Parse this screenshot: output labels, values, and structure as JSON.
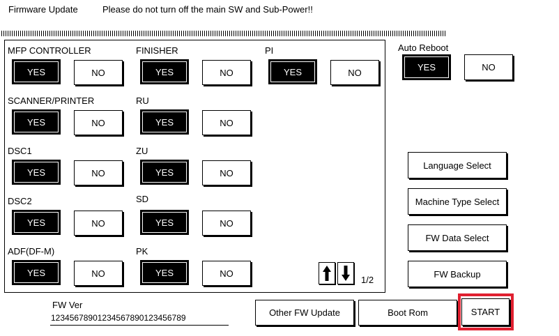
{
  "header": {
    "title": "Firmware Update",
    "warning": "Please do not turn off the main SW and Sub-Power!!"
  },
  "components": [
    {
      "label": "MFP CONTROLLER",
      "yes": "YES",
      "no": "NO",
      "selected": "YES"
    },
    {
      "label": "FINISHER",
      "yes": "YES",
      "no": "NO",
      "selected": "YES"
    },
    {
      "label": "PI",
      "yes": "YES",
      "no": "NO",
      "selected": "YES"
    },
    {
      "label": "SCANNER/PRINTER",
      "yes": "YES",
      "no": "NO",
      "selected": "YES"
    },
    {
      "label": "RU",
      "yes": "YES",
      "no": "NO",
      "selected": "YES"
    },
    {
      "label": "DSC1",
      "yes": "YES",
      "no": "NO",
      "selected": "YES"
    },
    {
      "label": "ZU",
      "yes": "YES",
      "no": "NO",
      "selected": "YES"
    },
    {
      "label": "DSC2",
      "yes": "YES",
      "no": "NO",
      "selected": "YES"
    },
    {
      "label": "SD",
      "yes": "YES",
      "no": "NO",
      "selected": "YES"
    },
    {
      "label": "ADF(DF-M)",
      "yes": "YES",
      "no": "NO",
      "selected": "YES"
    },
    {
      "label": "PK",
      "yes": "YES",
      "no": "NO",
      "selected": "YES"
    }
  ],
  "pager": {
    "text": "1/2",
    "up_icon": "arrow-up-icon",
    "down_icon": "arrow-down-icon"
  },
  "auto_reboot": {
    "label": "Auto Reboot",
    "yes": "YES",
    "no": "NO",
    "selected": "YES"
  },
  "side_buttons": {
    "language": "Language Select",
    "machine_type": "Machine Type Select",
    "fw_data": "FW Data Select",
    "fw_backup": "FW Backup"
  },
  "fw_ver": {
    "label": "FW Ver",
    "value": "12345678901234567890123456789"
  },
  "bottom_buttons": {
    "other_fw": "Other FW Update",
    "boot_rom": "Boot Rom",
    "start": "START"
  },
  "colors": {
    "highlight": "#e02030",
    "selected_bg": "#000000"
  }
}
